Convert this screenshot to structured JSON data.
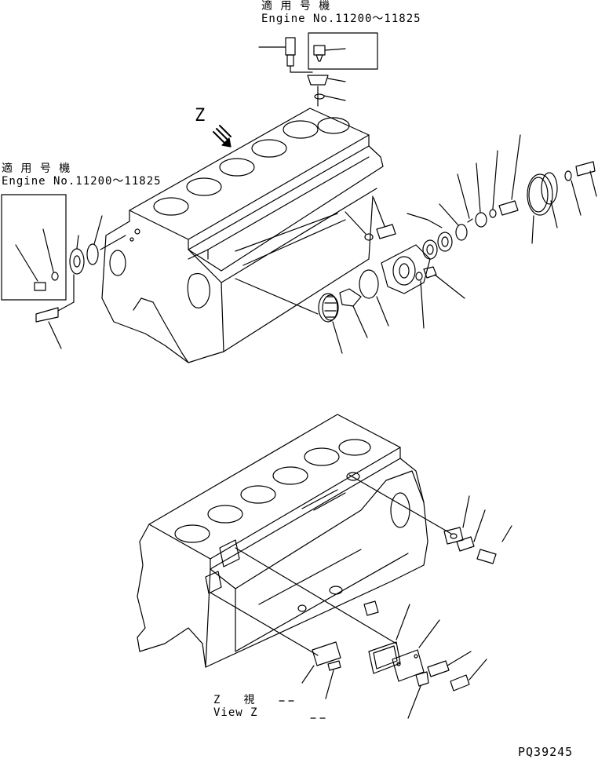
{
  "top_note": {
    "applicable_label_jp": "適 用 号 機",
    "engine_range": "Engine No.11200～11825"
  },
  "left_note": {
    "applicable_label_jp": "適 用 号 機",
    "engine_range": "Engine No.11200～11825"
  },
  "view_arrow_letter": "Z",
  "view_caption": {
    "jp": "Z　視",
    "en": "View Z"
  },
  "drawing_number": "PQ39245"
}
